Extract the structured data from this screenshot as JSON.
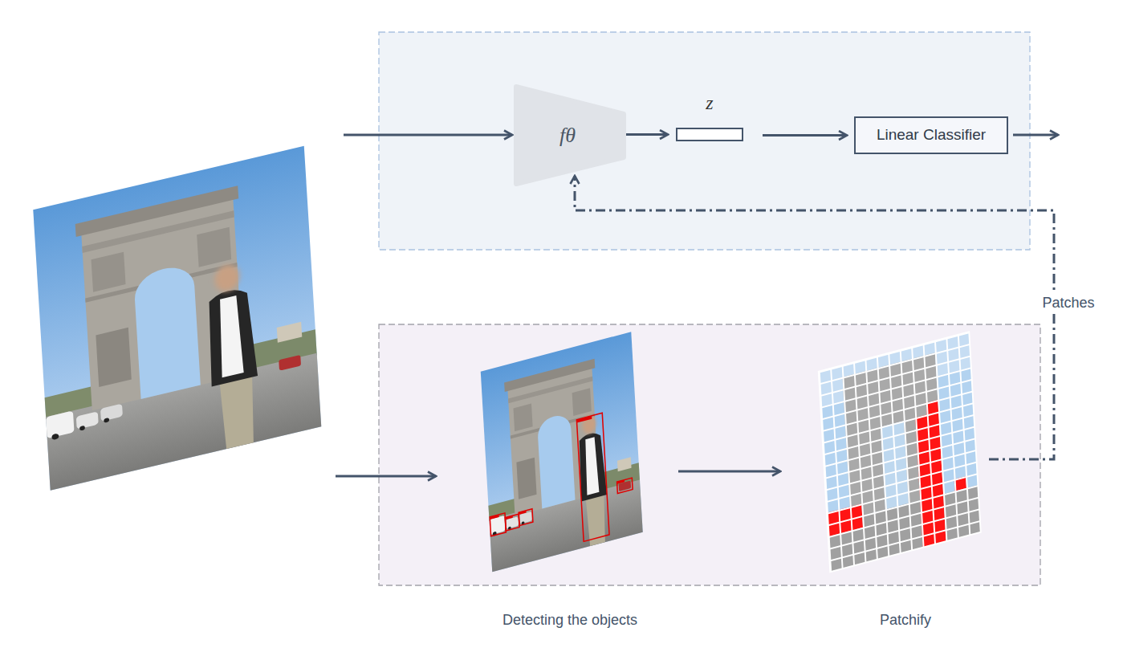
{
  "diagram": {
    "nodes": [
      {
        "text": [
          "fθ"
        ]
      },
      {
        "text": [
          "z"
        ]
      },
      {
        "text": [
          "Linear Classifier"
        ]
      },
      {
        "text": [
          "Detecting the objects"
        ]
      },
      {
        "text": [
          "Patchify"
        ]
      }
    ],
    "edges": [
      {
        "from": 0,
        "to": 1,
        "arrow": "to"
      },
      {
        "from": 1,
        "to": 2,
        "arrow": "to"
      },
      {
        "from": 3,
        "to": 4,
        "arrow": "to"
      },
      {
        "from": 4,
        "to": 0,
        "label": "Patches",
        "arrow": "to"
      }
    ]
  }
}
